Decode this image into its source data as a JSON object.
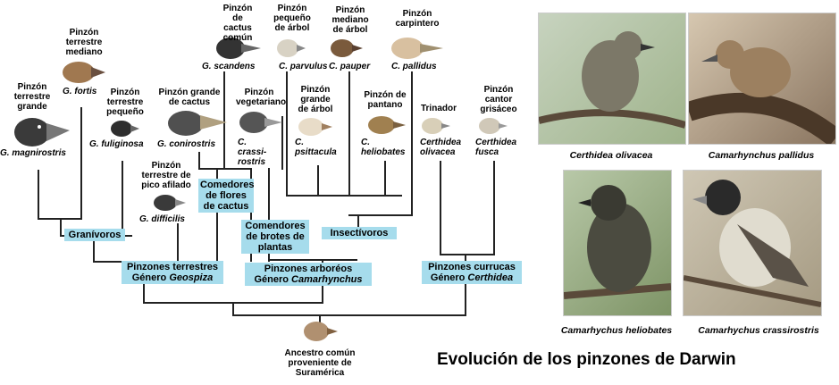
{
  "title": "Evolución de los pinzones de Darwin",
  "species": [
    {
      "common": "Pinzón terrestre grande",
      "sci": "G. magnirostris"
    },
    {
      "common": "Pinzón terrestre mediano",
      "sci": "G. fortis"
    },
    {
      "common": "Pinzón terrestre pequeño",
      "sci": "G. fuliginosa"
    },
    {
      "common": "Pinzón grande de cactus",
      "sci": "G. conirostris"
    },
    {
      "common": "Pinzón terrestre de pico afilado",
      "sci": "G. difficilis"
    },
    {
      "common": "Pinzón de cactus común",
      "sci": "G. scandens"
    },
    {
      "common": "Pinzón pequeño de árbol",
      "sci": "C. parvulus"
    },
    {
      "common": "Pinzón mediano de árbol",
      "sci": "C. pauper"
    },
    {
      "common": "Pinzón carpintero",
      "sci": "C. pallidus"
    },
    {
      "common": "Pinzón vegetariano",
      "sci": "C. crassi-rostris"
    },
    {
      "common": "Pinzón grande de árbol",
      "sci": "C. psittacula"
    },
    {
      "common": "Pinzón de pantano",
      "sci": "C. heliobates"
    },
    {
      "common": "Trinador",
      "sci": "Certhidea olivacea"
    },
    {
      "common": "Pinzón cantor grisáceo",
      "sci": "Certhidea fusca"
    }
  ],
  "groups": {
    "granivoros": "Granívoros",
    "comedores_cactus": "Comedores de flores de cactus",
    "comedores_brotes": "Comendores de brotes de plantas",
    "insectivoros": "Insectívoros",
    "terrestres_a": "Pinzones terrestres",
    "terrestres_b": "Género",
    "terrestres_c": "Geospiza",
    "arboreos_a": "Pinzones arboréos",
    "arboreos_b": "Género",
    "arboreos_c": "Camarhynchus",
    "currucas_a": "Pinzones currucas",
    "currucas_b": "Género",
    "currucas_c": "Certhidea"
  },
  "ancestor": "Ancestro común proveniente de Suramérica",
  "photos": [
    {
      "caption": "Certhidea olivacea"
    },
    {
      "caption": "Camarhynchus pallidus"
    },
    {
      "caption": "Camarhychus heliobates"
    },
    {
      "caption": "Camarhychus crassirostris"
    }
  ],
  "colors": {
    "box": "#a6dcec",
    "dark_bird": "#3a3a3a",
    "brown_bird": "#a07850",
    "pale_bird": "#d8c8b0"
  }
}
